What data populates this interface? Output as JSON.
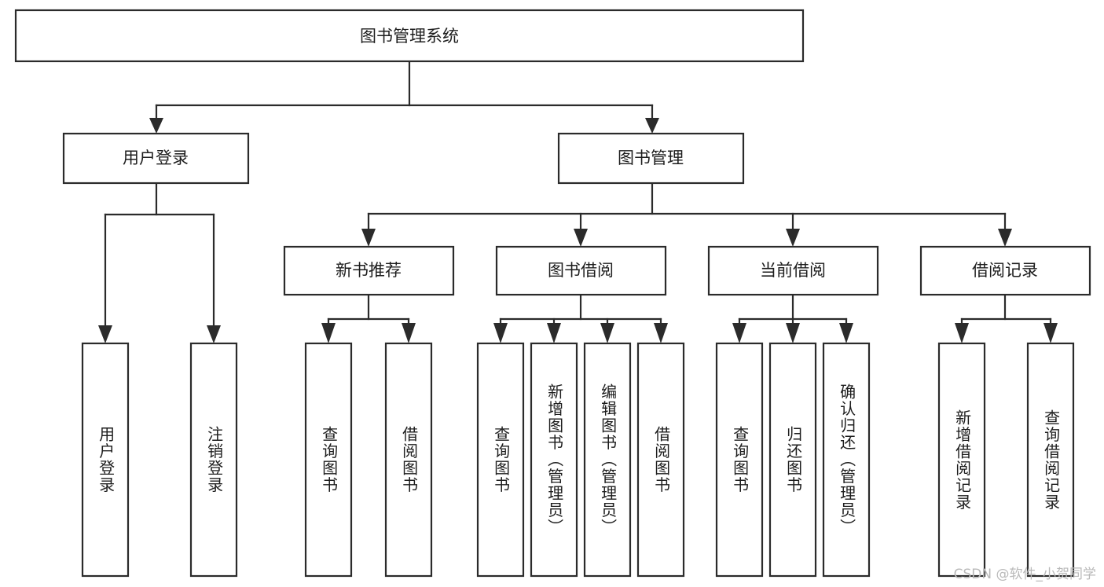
{
  "diagram": {
    "title": "图书管理系统",
    "type": "tree-hierarchy",
    "watermark": "CSDN @软件_小贺同学",
    "root": {
      "label": "图书管理系统"
    },
    "level1": [
      {
        "label": "用户登录"
      },
      {
        "label": "图书管理"
      }
    ],
    "level2": [
      {
        "label": "新书推荐"
      },
      {
        "label": "图书借阅"
      },
      {
        "label": "当前借阅"
      },
      {
        "label": "借阅记录"
      }
    ],
    "leaves": {
      "user_login": [
        {
          "label": "用户登录"
        },
        {
          "label": "注销登录"
        }
      ],
      "new_book_recommend": [
        {
          "label": "查询图书"
        },
        {
          "label": "借阅图书"
        }
      ],
      "book_borrow": [
        {
          "label": "查询图书"
        },
        {
          "label": "新增图书（管理员）"
        },
        {
          "label": "编辑图书（管理员）"
        },
        {
          "label": "借阅图书"
        }
      ],
      "current_borrow": [
        {
          "label": "查询图书"
        },
        {
          "label": "归还图书"
        },
        {
          "label": "确认归还（管理员）"
        }
      ],
      "borrow_record": [
        {
          "label": "新增借阅记录"
        },
        {
          "label": "查询借阅记录"
        }
      ]
    },
    "colors": {
      "stroke": "#2b2b2b",
      "fill": "#ffffff",
      "text": "#1d1d1d",
      "watermark": "#b9b9b9"
    }
  }
}
